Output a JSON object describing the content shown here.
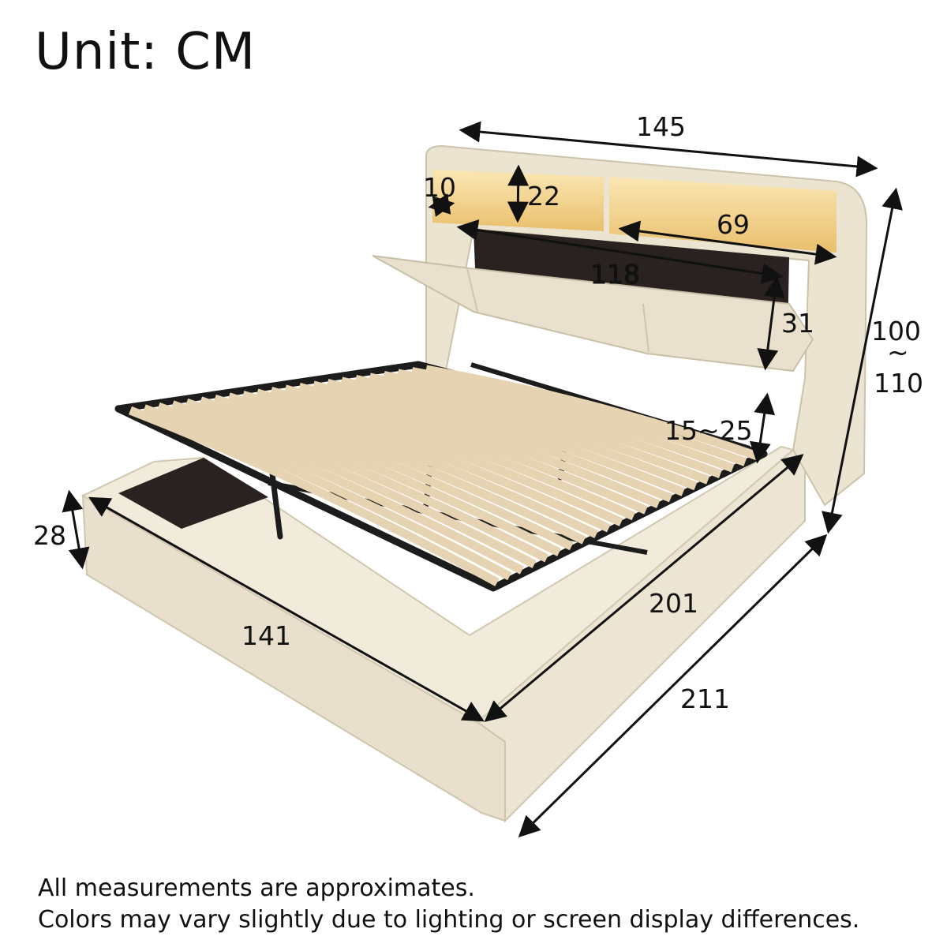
{
  "title": "Unit: CM",
  "dimensions": {
    "headboard_width": "145",
    "shelf_side": "10",
    "shelf_height": "22",
    "shelf_width": "69",
    "storage_width": "118",
    "storage_height": "31",
    "total_height_top": "100",
    "total_height_sep": "~",
    "total_height_bottom": "110",
    "lift_height": "15~25",
    "side_height": "28",
    "inner_width": "141",
    "inner_length": "201",
    "outer_length": "211"
  },
  "notes": [
    "All measurements are approximates.",
    "Colors may vary slightly due to lighting or screen display differences."
  ],
  "colors": {
    "fabric": "#ece5d3",
    "fabric_shadow": "#d9d0bb",
    "slat": "#e6d3b2",
    "frame_metal": "#1c1c1c",
    "led_glow": "#f6d58e",
    "storage_dark": "#2a2220"
  }
}
